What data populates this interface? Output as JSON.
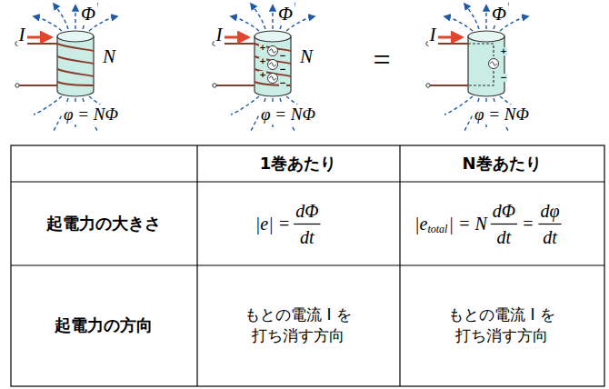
{
  "diagram": {
    "labels": [
      "Φ",
      "I",
      "N",
      "φ = NΦ",
      "Φ",
      "I",
      "N",
      "φ = NΦ",
      "=",
      "Φ",
      "I",
      "φ = NΦ",
      "1巻あたり",
      "N巻あたり",
      "起電力の大きさ",
      "|e| =",
      "dΦ",
      "dt",
      "|e",
      "total",
      "| = N",
      "dΦ",
      "dt",
      "=",
      "dφ",
      "dt",
      "起電力の方向",
      "もとの電流 I を 打ち消す方向",
      "もとの電流 I を 打ち消す方向",
      "+",
      "−",
      "+",
      "−",
      "+",
      "−",
      "+",
      "−"
    ]
  }
}
